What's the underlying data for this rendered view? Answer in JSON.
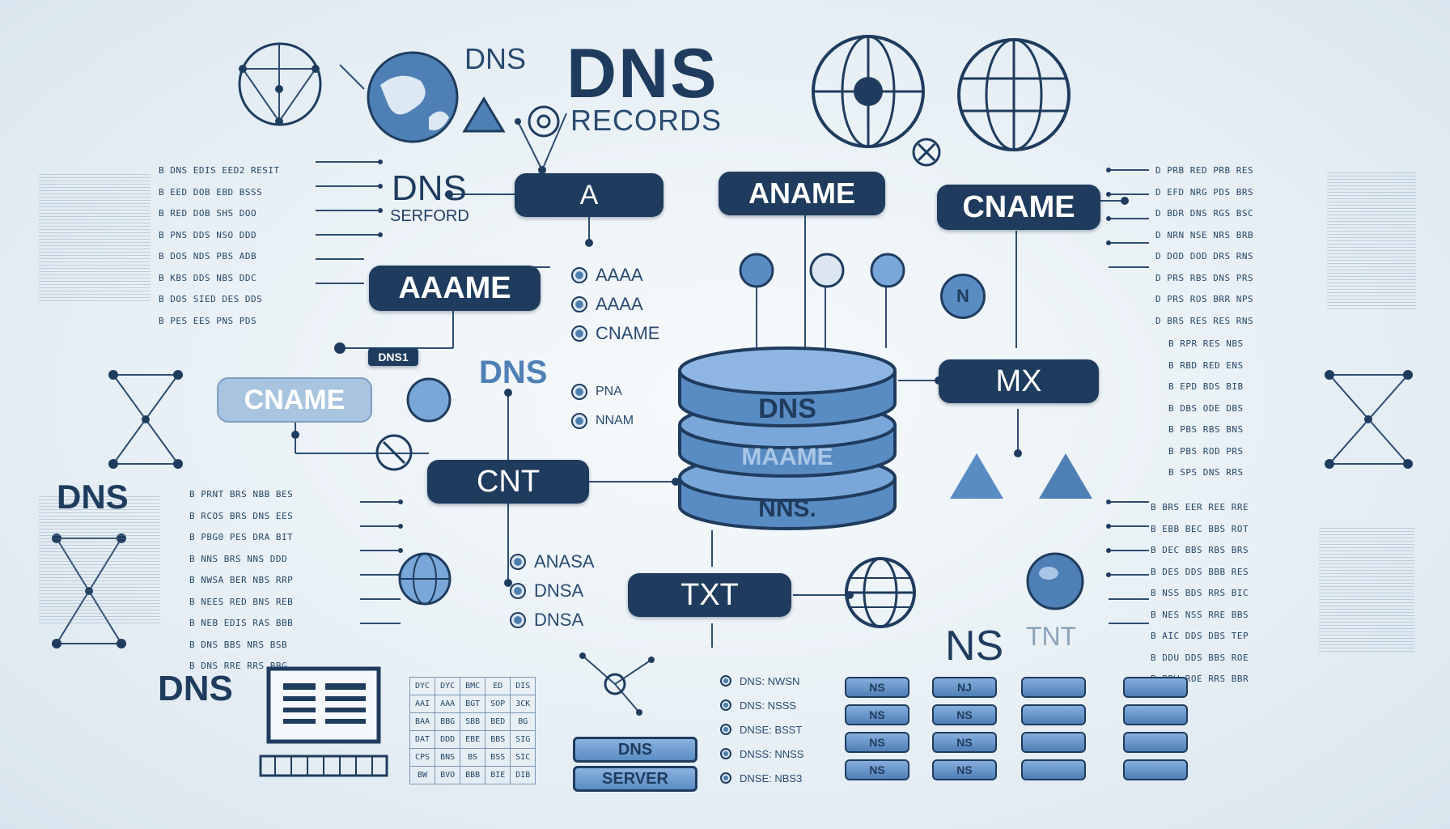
{
  "header": {
    "title": "DNS",
    "subtitle": "RECORDS",
    "small_label": "DNS"
  },
  "side_labels": {
    "dns_left_top": "DNS",
    "dns_left_top_sub": "SERFORD",
    "dns_blue": "DNS",
    "dns_tag": "DNS1",
    "dns_left_mid": "DNS",
    "dns_left_bottom": "DNS",
    "ns_label": "NS",
    "tnt_label": "TNT",
    "n_badge": "N"
  },
  "records": {
    "a": "A",
    "aname": "ANAME",
    "cname_top": "CNAME",
    "aaame": "AAAME",
    "cname_light": "CNAME",
    "mx": "MX",
    "cnt": "CNT",
    "txt": "TXT"
  },
  "database": {
    "top": "DNS",
    "middle": "MAAME",
    "bottom": "NNS."
  },
  "upper_list": [
    "AAAA",
    "AAAA",
    "CNAME"
  ],
  "mid_list": [
    "PNA",
    "NNAM"
  ],
  "lower_list": [
    "ANASA",
    "DNSA",
    "DNSA"
  ],
  "server": {
    "top": "DNS",
    "bottom": "SERVER"
  },
  "rack_labels": {
    "r1": [
      "NS",
      "NS",
      "NS",
      "NS"
    ],
    "r2": [
      "NJ",
      "NS",
      "NS",
      "NS"
    ]
  },
  "mini_rows": [
    "DNS: NWSN",
    "DNS: NSSS",
    "DNSE: BSST",
    "DNSS: NNSS",
    "DNSE: NBS3"
  ],
  "table": [
    [
      "DYC",
      "DYC",
      "BMC",
      "ED",
      "DIS"
    ],
    [
      "AAI",
      "AAA",
      "BGT",
      "SOP",
      "3CK"
    ],
    [
      "BAA",
      "BBG",
      "SBB",
      "BED",
      "BG"
    ],
    [
      "DAT",
      "DDD",
      "EBE",
      "BBS",
      "SIG"
    ],
    [
      "CPS",
      "BNS",
      "BS",
      "BSS",
      "SIC"
    ],
    [
      "BW",
      "BVO",
      "BBB",
      "BIE",
      "DIB"
    ]
  ],
  "left_col_top": "B DNS EDIS EED2 RESIT\nB EED DOB EBD BSSS\nB RED DOB SHS DOO\nB PNS DDS NSO DDD\nB DOS NDS PBS ADB\nB KBS DDS NBS DDC\nB DOS SIED DES DDS\nB PES EES PNS PDS",
  "left_col_bottom": "B PRNT BRS NBB BES\nB RCOS BRS DNS EES\nB PBG0 PES DRA BIT\nB NNS BRS NNS DDD\nB NWSA BER NBS RRP\nB NEES RED BNS REB\nB NEB EDIS RAS BBB\nB DNS BBS NRS BSB\nB DNS RRE RRS BBG",
  "right_col_top": "D PRB RED PRB RES\nD EFD NRG PDS BRS\nD BDR DNS RGS BSC\nD NRN NSE NRS BRB\nD DOD DOD DRS RNS\nD PRS RBS DNS PRS\nD PRS ROS BRR NPS\nD BRS RES RES RNS",
  "right_col_mid": "B RPR RES NBS\nB RBD RED ENS\nB EPD BDS BIB\nB DBS ODE DBS\nB PBS RBS BNS\nB PBS ROD PRS\nB SPS DNS RRS",
  "right_col_bottom": "B BRS EER REE RRE\nB EBB BEC BBS ROT\nB DEC BBS RBS BRS\nB DES DDS BBB RES\nB NSS BDS RRS BIC\nB NES NSS RRE BBS\nB AIC DDS DBS TEP\nB DDU DDS BBS ROE\nB BBW ROE RRS BBR"
}
